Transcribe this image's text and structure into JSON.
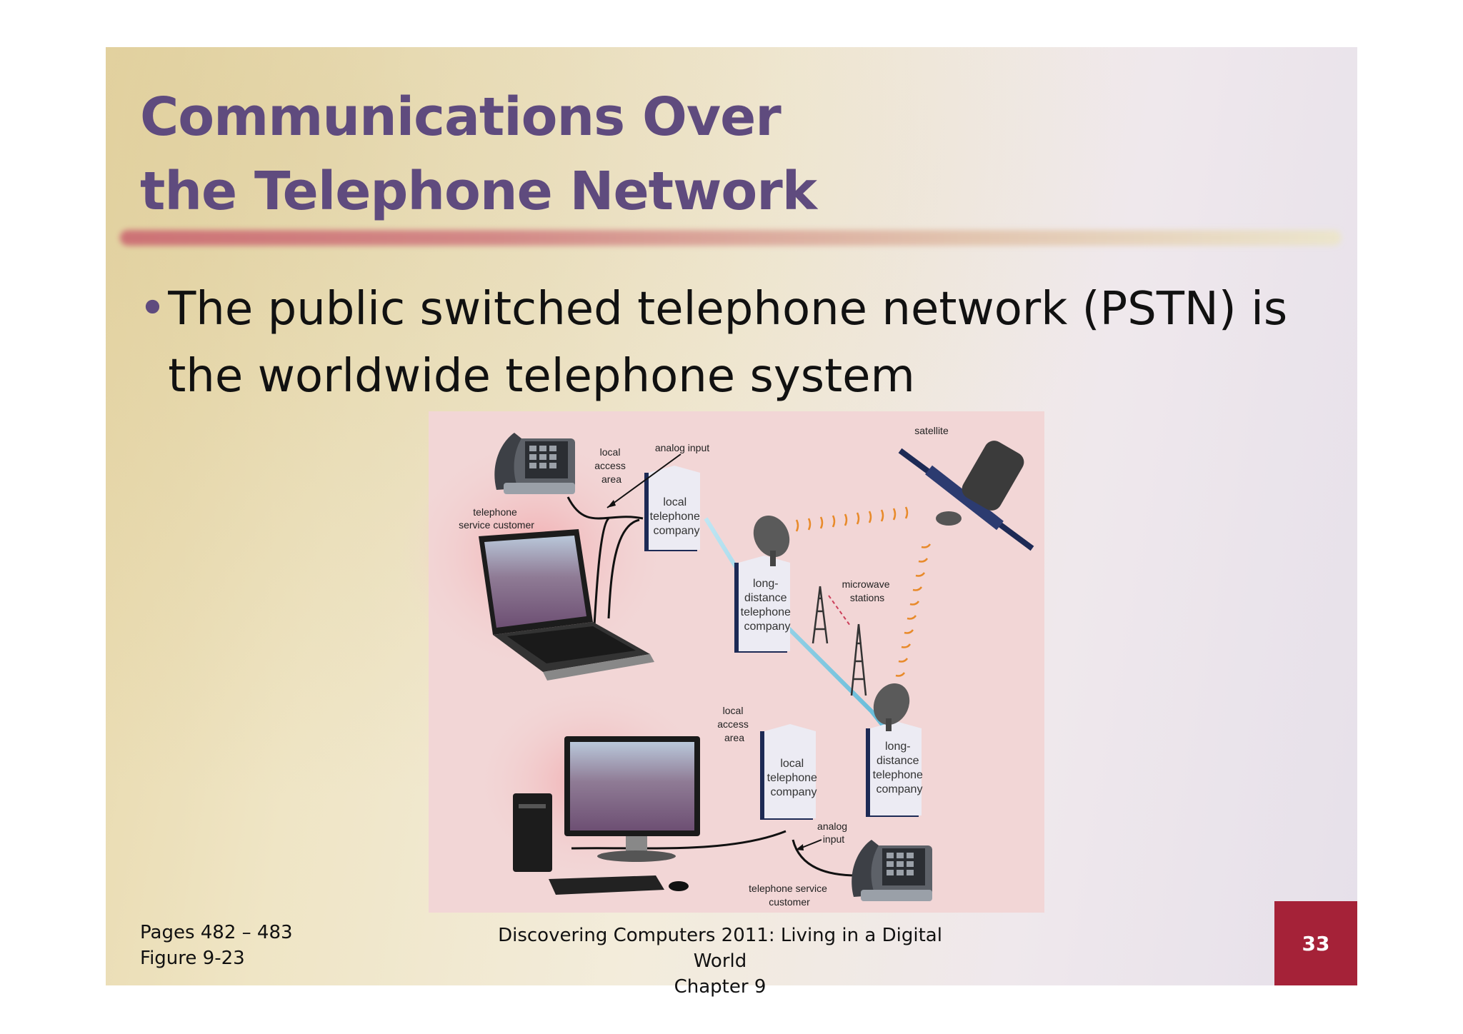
{
  "slide": {
    "title_line1": "Communications Over",
    "title_line2": "the Telephone Network",
    "bullet_text": "The public switched telephone network (PSTN) is the worldwide telephone system",
    "page_number": "33",
    "colors": {
      "title": "#5f4b7e",
      "page_box": "#a52238",
      "rule": "#c9626e"
    }
  },
  "figure": {
    "labels": {
      "satellite": "satellite",
      "local_access_area_top": [
        "local",
        "access",
        "area"
      ],
      "analog_input_top": "analog input",
      "telephone_service_customer_top": [
        "telephone",
        "service customer"
      ],
      "local_telephone_company_top": [
        "local",
        "telephone",
        "company"
      ],
      "long_distance_top": [
        "long-",
        "distance",
        "telephone",
        "company"
      ],
      "microwave_stations": [
        "microwave",
        "stations"
      ],
      "local_access_area_bottom": [
        "local",
        "access",
        "area"
      ],
      "local_telephone_company_bottom": [
        "local",
        "telephone",
        "company"
      ],
      "long_distance_bottom": [
        "long-",
        "distance",
        "telephone",
        "company"
      ],
      "analog_input_bottom": [
        "analog",
        "input"
      ],
      "telephone_service_customer_bottom": [
        "telephone service",
        "customer"
      ]
    },
    "icons": [
      "telephone-icon",
      "laptop-icon",
      "desktop-computer-icon",
      "satellite-dish-icon",
      "satellite-icon",
      "microwave-tower-icon",
      "building-icon"
    ]
  },
  "footer": {
    "pages": "Pages 482 – 483",
    "figure": "Figure 9-23",
    "book_title": "Discovering Computers 2011: Living in a Digital World",
    "chapter": "Chapter 9"
  }
}
